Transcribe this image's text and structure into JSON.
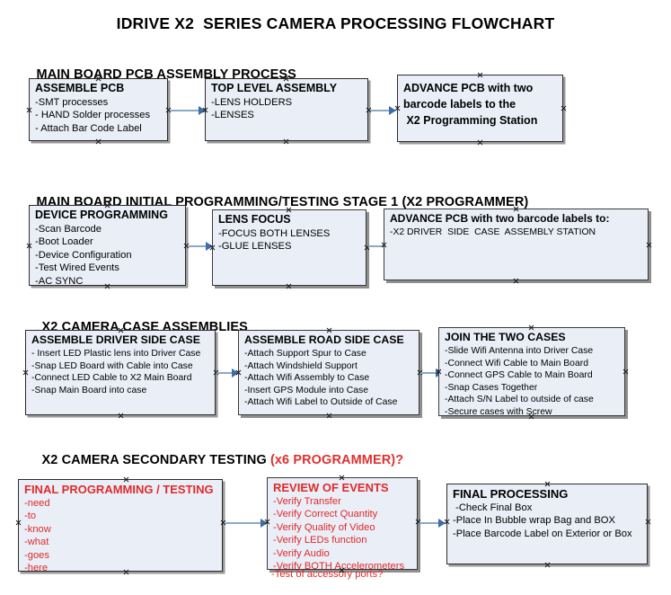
{
  "document": {
    "title": "IDRIVE X2  SERIES CAMERA PROCESSING FLOWCHART"
  },
  "colors": {
    "box_fill": "#e9eef7",
    "box_border": "#2b2b2b",
    "box_shadow": "#9a9a9a",
    "arrow_shaft": "#8ca9c4",
    "arrow_head": "#3b6da8",
    "accent_red": "#e02b2b",
    "text": "#000000",
    "background": "#ffffff"
  },
  "sections": [
    {
      "id": "main-board-pcb-assembly-process",
      "heading": "MAIN BOARD PCB ASSEMBLY PROCESS",
      "heading_accent": "",
      "nodes": [
        {
          "id": "assemble-pcb",
          "title": "ASSEMBLE PCB",
          "lines": [
            "-SMT processes",
            "- HAND Solder processes",
            "- Attach Bar Code Label"
          ]
        },
        {
          "id": "top-level-assembly",
          "title": "TOP LEVEL ASSEMBLY",
          "lines": [
            "-LENS HOLDERS",
            "-LENSES"
          ]
        },
        {
          "id": "advance-pcb-to-x2-programming-station",
          "title_lines": [
            "ADVANCE PCB with two",
            "barcode labels to the",
            " X2 Programming Station"
          ],
          "lines": []
        }
      ]
    },
    {
      "id": "main-board-initial-programming-testing-stage-1",
      "heading": "MAIN BOARD INITIAL PROGRAMMING/TESTING STAGE 1 (X2 PROGRAMMER)",
      "heading_accent": "",
      "nodes": [
        {
          "id": "device-programming",
          "title": "DEVICE PROGRAMMING",
          "lines": [
            "-Scan Barcode",
            "-Boot Loader",
            "-Device Configuration",
            "-Test Wired Events",
            "-AC SYNC"
          ]
        },
        {
          "id": "lens-focus",
          "title": "LENS FOCUS",
          "lines": [
            "-FOCUS BOTH LENSES",
            "-GLUE LENSES"
          ]
        },
        {
          "id": "advance-pcb-to-driver-side-case-assembly-station",
          "title": "ADVANCE PCB with two barcode labels to:",
          "lines": [
            "-X2 DRIVER  SIDE  CASE  ASSEMBLY STATION"
          ]
        }
      ]
    },
    {
      "id": "x2-camera-case-assemblies",
      "heading": "X2 CAMERA CASE ASSEMBLIES",
      "heading_accent": "",
      "nodes": [
        {
          "id": "assemble-driver-side-case",
          "title": "ASSEMBLE DRIVER SIDE CASE",
          "lines": [
            "- Insert LED Plastic lens into Driver Case",
            "-Snap LED Board with Cable into Case",
            "-Connect LED Cable to X2 Main Board",
            "-Snap Main Board into case"
          ]
        },
        {
          "id": "assemble-road-side-case",
          "title": "ASSEMBLE ROAD SIDE CASE",
          "lines": [
            "-Attach Support Spur to Case",
            "-Attach Windshield Support",
            "-Attach Wifi Assembly to Case",
            "-Insert GPS Module into Case",
            "-Attach Wifi Label to Outside of Case"
          ]
        },
        {
          "id": "join-the-two-cases",
          "title": "JOIN THE TWO CASES",
          "lines": [
            "-Slide Wifi Antenna into Driver Case",
            "-Connect Wifi Cable to Main Board",
            "-Connect GPS Cable to Main Board",
            "-Snap Cases Together",
            "-Attach S/N Label to outside of case",
            "-Secure cases with Screw"
          ]
        }
      ]
    },
    {
      "id": "x2-camera-secondary-testing",
      "heading": "X2 CAMERA SECONDARY TESTING ",
      "heading_accent": "(x6 PROGRAMMER)?",
      "nodes": [
        {
          "id": "final-programming-testing",
          "title": "FINAL PROGRAMMING / TESTING",
          "lines": [
            "-need",
            "-to",
            "-know",
            "-what",
            "-goes",
            "-here"
          ]
        },
        {
          "id": "review-of-events",
          "title": "REVIEW OF EVENTS",
          "lines": [
            "-Verify Transfer",
            "-Verify Correct Quantity",
            "-Verify Quality of Video",
            "-Verify LEDs function",
            "-Verify Audio",
            "-Verify BOTH Accelerometers"
          ],
          "overflow_line": "-Test of accessory ports?"
        },
        {
          "id": "final-processing",
          "title": "FINAL PROCESSING",
          "lines": [
            " -Check Final Box",
            "-Place In Bubble wrap Bag and BOX",
            "-Place Barcode Label on Exterior or Box"
          ]
        }
      ]
    }
  ]
}
